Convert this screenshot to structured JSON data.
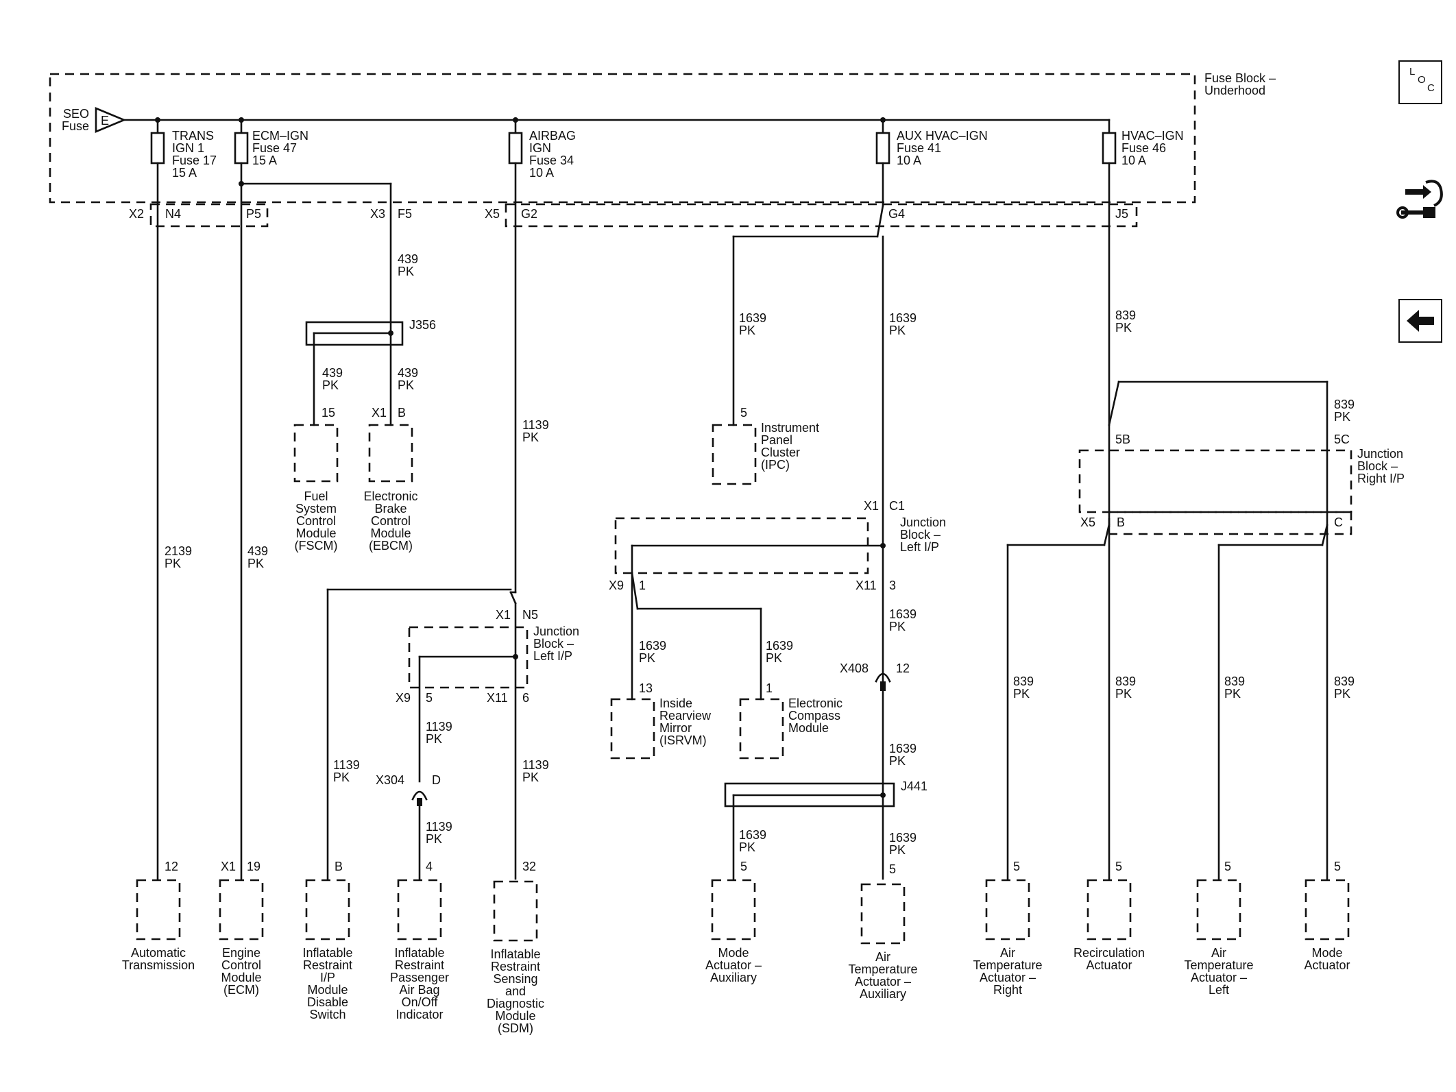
{
  "fuse_block": {
    "title_line1": "Fuse Block –",
    "title_line2": "Underhood",
    "seo_fuse_line1": "SEO",
    "seo_fuse_line2": "Fuse",
    "seo_symbol": "E"
  },
  "fuses": [
    {
      "l1": "TRANS",
      "l2": "IGN 1",
      "l3": "Fuse 17",
      "l4": "15 A"
    },
    {
      "l1": "ECM–IGN",
      "l2": "Fuse 47",
      "l3": "15 A",
      "l4": ""
    },
    {
      "l1": "AIRBAG",
      "l2": "IGN",
      "l3": "Fuse 34",
      "l4": "10 A"
    },
    {
      "l1": "AUX HVAC–IGN",
      "l2": "Fuse 41",
      "l3": "10 A",
      "l4": ""
    },
    {
      "l1": "HVAC–IGN",
      "l2": "Fuse 46",
      "l3": "10 A",
      "l4": ""
    }
  ],
  "pin_labels": {
    "x2": "X2",
    "n4": "N4",
    "p5": "P5",
    "x3": "X3",
    "f5": "F5",
    "x5": "X5",
    "g2": "G2",
    "g4": "G4",
    "j5": "J5",
    "j356_15": "15",
    "x1_ebcm": "X1",
    "b_ebcm": "B",
    "ipc_5": "5",
    "x1_c1": "X1",
    "c1": "C1",
    "x9_right": "X9",
    "pin_1": "1",
    "x11_right": "X11",
    "pin_3": "3",
    "x1_n5": "X1",
    "n5": "N5",
    "x9_left": "X9",
    "pin_5": "5",
    "x11_left": "X11",
    "pin_6": "6",
    "x304": "X304",
    "d": "D",
    "x408": "X408",
    "pin_12": "12",
    "pin_13": "13",
    "pin_1b": "1",
    "jb_r_5b": "5B",
    "jb_r_5c": "5C",
    "x5_b": "X5",
    "b_r": "B",
    "c_r": "C",
    "at_12": "12",
    "ecm_x1": "X1",
    "ecm_19": "19",
    "disable_b": "B",
    "ind_4": "4",
    "sdm_32": "32",
    "mode_aux_5": "5",
    "air_temp_aux_5": "5",
    "air_temp_right_5": "5",
    "recirc_5": "5",
    "air_temp_left_5": "5",
    "mode_5": "5"
  },
  "wire_labels": {
    "w439_top_a": "439",
    "w439_top_b": "PK",
    "w439_l_a": "439",
    "w439_l_b": "PK",
    "w439_r_a": "439",
    "w439_r_b": "PK",
    "w2139_a": "2139",
    "w2139_b": "PK",
    "w439_ecm_a": "439",
    "w439_ecm_b": "PK",
    "w1139_a": "1139",
    "w1139_b": "PK",
    "w1639_ipc_a": "1639",
    "w1639_ipc_b": "PK",
    "w1639_main_a": "1639",
    "w1639_main_b": "PK",
    "w839_top_a": "839",
    "w839_top_b": "PK",
    "w839_loop_a": "839",
    "w839_loop_b": "PK",
    "w1639_c3_a": "1639",
    "w1639_c3_b": "PK",
    "w1639_isrvm_a": "1639",
    "w1639_isrvm_b": "PK",
    "w1639_comp_a": "1639",
    "w1639_comp_b": "PK",
    "w1639_x408_a": "1639",
    "w1639_x408_b": "PK",
    "w1639_mode_a": "1639",
    "w1639_mode_b": "PK",
    "w1639_air_a": "1639",
    "w1639_air_b": "PK",
    "w1139_ind_a": "1139",
    "w1139_ind_b": "PK",
    "w1139_ind2_a": "1139",
    "w1139_ind2_b": "PK",
    "w1139_dis_a": "1139",
    "w1139_dis_b": "PK",
    "w1139_sdm_a": "1139",
    "w1139_sdm_b": "PK",
    "w839_1_a": "839",
    "w839_1_b": "PK",
    "w839_2_a": "839",
    "w839_2_b": "PK",
    "w839_3_a": "839",
    "w839_3_b": "PK",
    "w839_4_a": "839",
    "w839_4_b": "PK"
  },
  "splices": {
    "j356": "J356",
    "j441": "J441"
  },
  "junction_blocks": {
    "left_ip_upper": [
      "Junction",
      "Block –",
      "Left I/P"
    ],
    "left_ip_lower": [
      "Junction",
      "Block –",
      "Left I/P"
    ],
    "right_ip": [
      "Junction",
      "Block –",
      "Right I/P"
    ]
  },
  "components": {
    "fscm": [
      "Fuel",
      "System",
      "Control",
      "Module",
      "(FSCM)"
    ],
    "ebcm": [
      "Electronic",
      "Brake",
      "Control",
      "Module",
      "(EBCM)"
    ],
    "ipc": [
      "Instrument",
      "Panel",
      "Cluster",
      "(IPC)"
    ],
    "isrvm": [
      "Inside",
      "Rearview",
      "Mirror",
      "(ISRVM)"
    ],
    "compass": [
      "Electronic",
      "Compass",
      "Module"
    ],
    "auto_trans": [
      "Automatic",
      "Transmission"
    ],
    "ecm": [
      "Engine",
      "Control",
      "Module",
      "(ECM)"
    ],
    "disable_switch": [
      "Inflatable",
      "Restraint",
      "I/P",
      "Module",
      "Disable",
      "Switch"
    ],
    "indicator": [
      "Inflatable",
      "Restraint",
      "Passenger",
      "Air Bag",
      "On/Off",
      "Indicator"
    ],
    "sdm": [
      "Inflatable",
      "Restraint",
      "Sensing",
      "and",
      "Diagnostic",
      "Module",
      "(SDM)"
    ],
    "mode_aux": [
      "Mode",
      "Actuator –",
      "Auxiliary"
    ],
    "air_temp_aux": [
      "Air",
      "Temperature",
      "Actuator –",
      "Auxiliary"
    ],
    "air_temp_right": [
      "Air",
      "Temperature",
      "Actuator –",
      "Right"
    ],
    "recirc": [
      "Recirculation",
      "Actuator"
    ],
    "air_temp_left": [
      "Air",
      "Temperature",
      "Actuator –",
      "Left"
    ],
    "mode": [
      "Mode",
      "Actuator"
    ]
  },
  "sidebar": {
    "loc_icon": "loc-icon",
    "connector_icon": "connector-wrench-icon",
    "back_icon": "back-arrow-icon",
    "loc_l": "L",
    "loc_o": "O",
    "loc_c": "C"
  }
}
